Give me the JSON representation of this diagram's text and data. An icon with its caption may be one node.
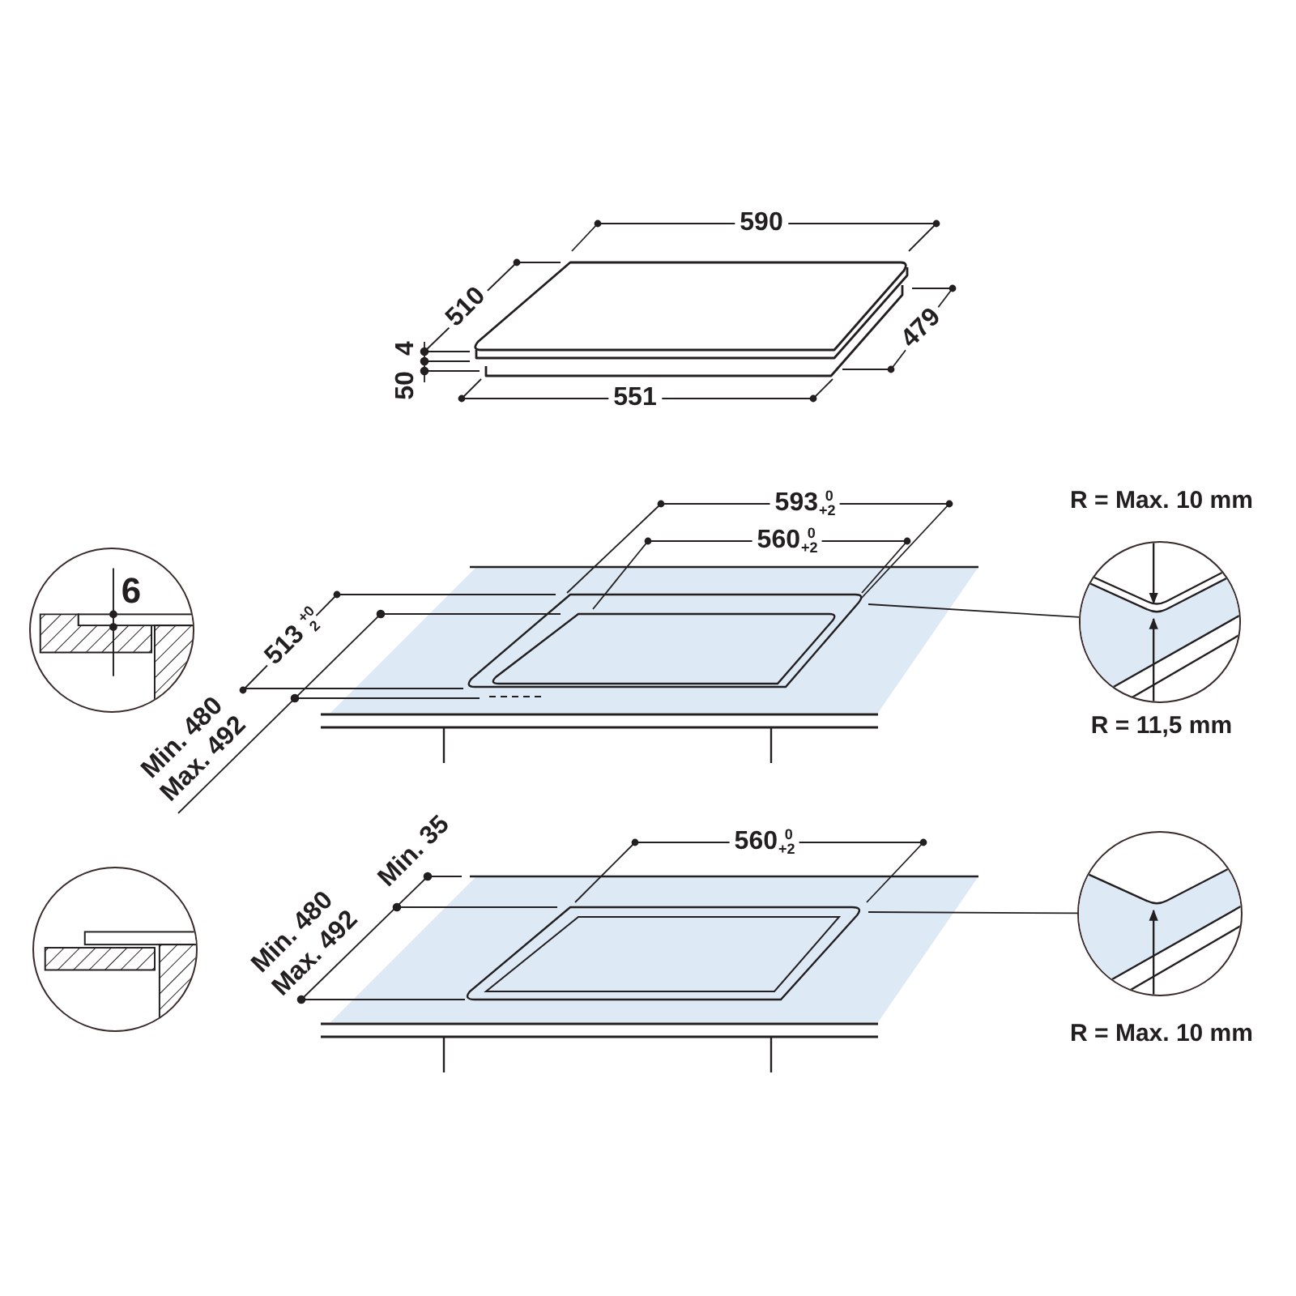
{
  "diagram": {
    "nodes": [
      {
        "text": [
          "6"
        ]
      },
      {
        "text": [
          "R = Max. 10 mm",
          "R = 11,5 mm"
        ]
      },
      {
        "text": [],
        "shape": "circle"
      },
      {
        "text": [
          "R = Max. 10 mm"
        ]
      }
    ],
    "edges": [
      {
        "from": null,
        "to": 1,
        "arrow": "none"
      },
      {
        "from": null,
        "to": 3,
        "arrow": "none"
      }
    ],
    "labels": [
      "590",
      "510",
      "4",
      "50",
      "551",
      "479",
      "593 $^{0}$$_{+2}$",
      "560 $^{0}$$_{+2}$",
      "513 $^{+0}$$_{2}$",
      "Min. 480",
      "Max. 492",
      "Min. 35",
      "Min. 480",
      "Max. 492",
      "560 $^{0}$$_{+2}$"
    ]
  }
}
